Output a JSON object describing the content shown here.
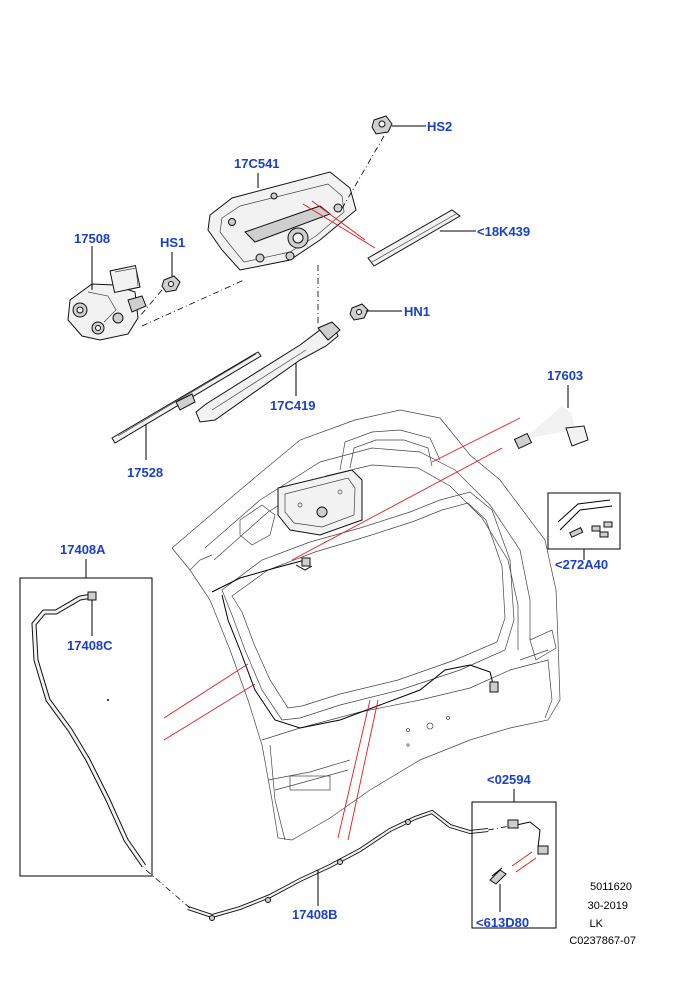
{
  "labels": {
    "hs2": "HS2",
    "c541": "17C541",
    "k439": "<18K439",
    "p17508": "17508",
    "hs1": "HS1",
    "hn1": "HN1",
    "c419": "17C419",
    "p17528": "17528",
    "p17603": "17603",
    "a272": "<272A40",
    "p17408a": "17408A",
    "p17408c": "17408C",
    "p02594": "<02594",
    "p17408b": "17408B",
    "d613": "<613D80"
  },
  "reference": {
    "line1": "5011620",
    "line2": "30-2019",
    "line3": "LK",
    "line4": "C0237867-07"
  },
  "colors": {
    "label": "#1a3fcc",
    "leader_red": "#e21b1b",
    "line": "#000000"
  }
}
